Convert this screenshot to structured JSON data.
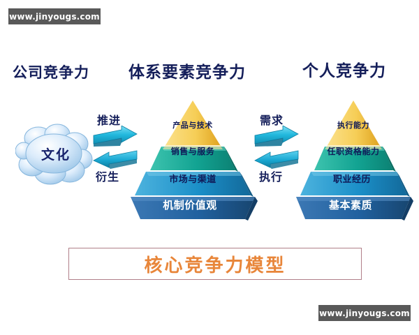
{
  "watermarks": {
    "top": "www.jinyougs.com",
    "bottom": "www.jinyougs.com"
  },
  "headings": {
    "company": "公司竞争力",
    "system": "体系要素竞争力",
    "person": "个人竞争力"
  },
  "cloud": {
    "label": "文化"
  },
  "arrows": {
    "left": {
      "top_label": "推进",
      "bottom_label": "衍生",
      "icon": "double-arrow-exchange-icon"
    },
    "right": {
      "top_label": "需求",
      "bottom_label": "执行",
      "icon": "double-arrow-exchange-icon"
    }
  },
  "pyramid_left": {
    "tiers": [
      {
        "label": "产品与技术",
        "color": "#f4c744",
        "text_color": "#101a58"
      },
      {
        "label": "销售与服务",
        "color": "#13a08e",
        "text_color": "#101a58"
      },
      {
        "label": "市场与渠道",
        "color": "#1d8fc6",
        "text_color": "#101a58"
      },
      {
        "label": "机制价值观",
        "color": "#2162a0",
        "text_color": "#ffffff"
      }
    ]
  },
  "pyramid_right": {
    "tiers": [
      {
        "label": "执行能力",
        "color": "#f4c744",
        "text_color": "#101a58"
      },
      {
        "label": "任职资格能力",
        "color": "#13a08e",
        "text_color": "#101a58"
      },
      {
        "label": "职业经历",
        "color": "#1d8fc6",
        "text_color": "#101a58"
      },
      {
        "label": "基本素质",
        "color": "#2162a0",
        "text_color": "#ffffff"
      }
    ]
  },
  "title_box": {
    "text": "核心竞争力模型",
    "text_color": "#e8863a",
    "border_color": "#b07f89"
  },
  "colors": {
    "heading": "#141e5a",
    "watermark_bg": "#595959",
    "arrow": "#17b4d8",
    "cloud": "#bcd9f2",
    "background": "#ffffff"
  }
}
